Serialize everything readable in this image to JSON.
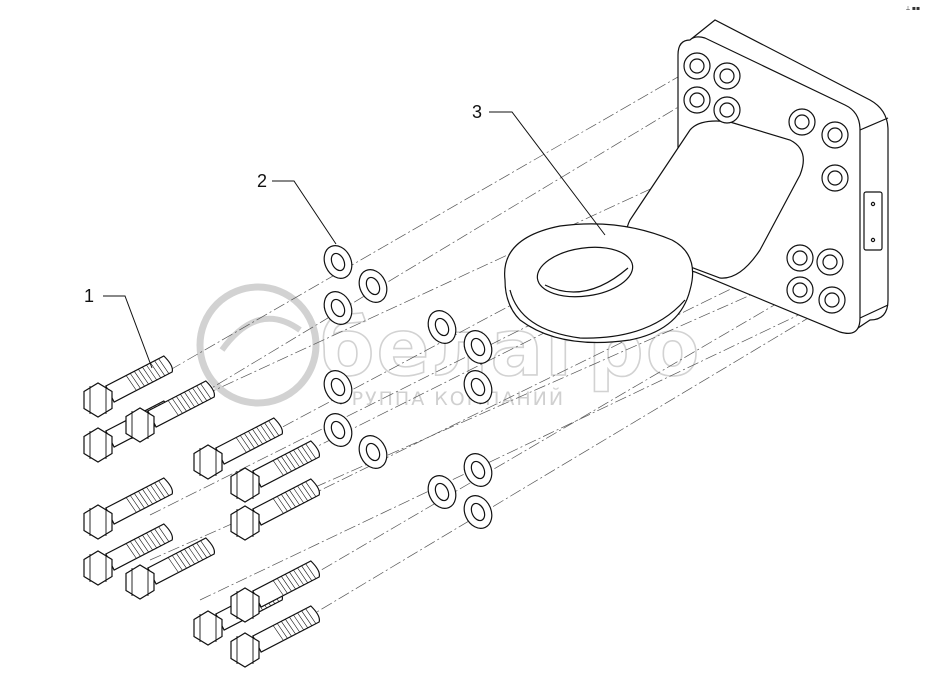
{
  "diagram": {
    "callouts": [
      {
        "id": "bolt",
        "label": "1"
      },
      {
        "id": "washer",
        "label": "2"
      },
      {
        "id": "hitch-eye",
        "label": "3"
      }
    ],
    "watermark": {
      "brand": "белагро",
      "subtitle": "ГРУППА КОМПАНИЙ"
    },
    "corner_mark": "⟂ ▪▪",
    "colors": {
      "line": "#111111",
      "watermark": "#d0d0d0",
      "background": "#ffffff"
    }
  }
}
